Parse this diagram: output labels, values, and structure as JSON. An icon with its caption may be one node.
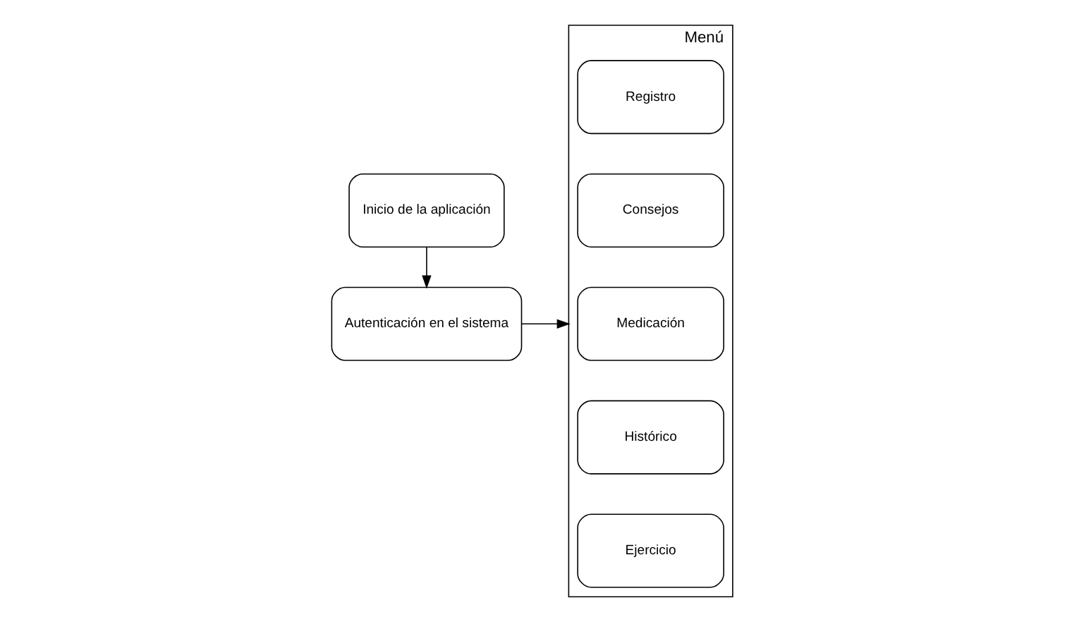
{
  "diagram": {
    "nodes": [
      {
        "text": [
          "Inicio de la aplicación"
        ]
      },
      {
        "text": [
          "Autenticación en el sistema"
        ]
      },
      {
        "text": [
          "Menú"
        ]
      },
      {
        "text": [
          "Registro"
        ],
        "in": 2
      },
      {
        "text": [
          "Consejos"
        ],
        "in": 2
      },
      {
        "text": [
          "Medicación"
        ],
        "in": 2
      },
      {
        "text": [
          "Histórico"
        ],
        "in": 2
      },
      {
        "text": [
          "Ejercicio"
        ],
        "in": 2
      }
    ],
    "edges": [
      {
        "from": 0,
        "to": 1,
        "arrow": "to"
      },
      {
        "from": 1,
        "to": 2,
        "arrow": "to"
      }
    ]
  }
}
